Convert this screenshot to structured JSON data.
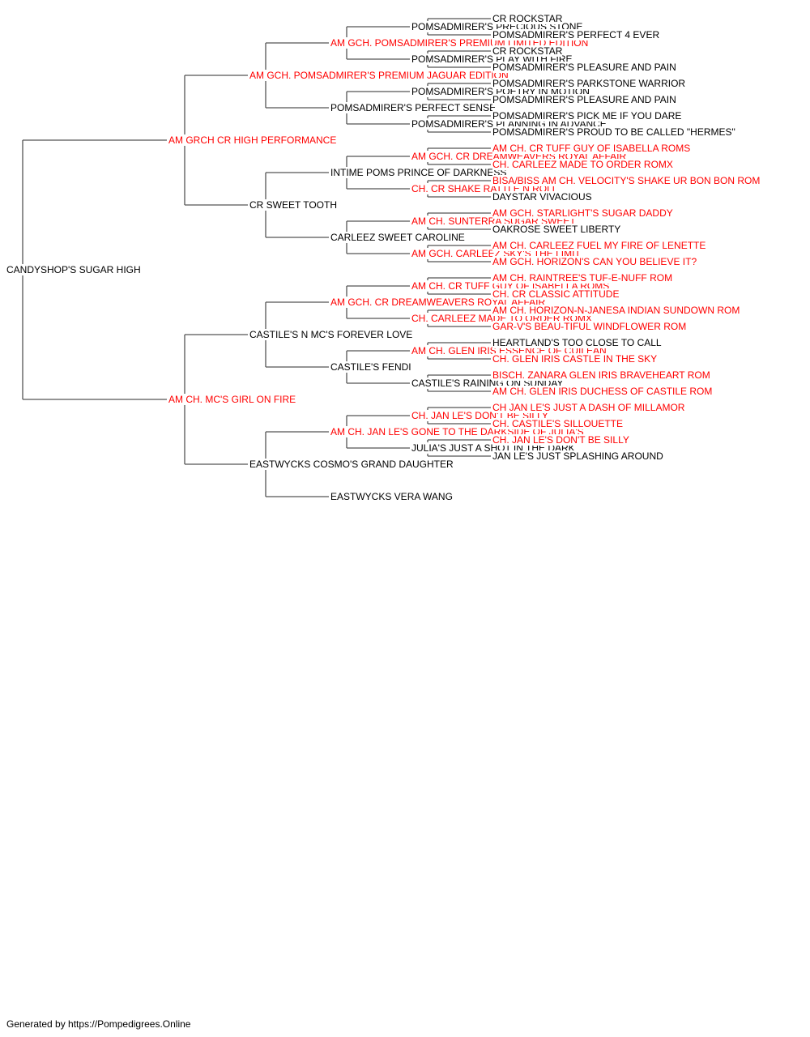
{
  "pedigree": {
    "name": "CANDYSHOP'S SUGAR HIGH",
    "titled": false,
    "sire": {
      "name": "AM GRCH CR HIGH PERFORMANCE",
      "titled": true,
      "sire": {
        "name": "AM GCH. POMSADMIRER'S PREMIUM JAGUAR EDITION",
        "titled": true,
        "sire": {
          "name": "AM GCH. POMSADMIRER'S PREMIUM LIMITED EDITION",
          "titled": true,
          "sire": {
            "name": "POMSADMIRER'S PRECIOUS STONE",
            "titled": false,
            "sire": {
              "name": "CR ROCKSTAR",
              "titled": false
            },
            "dam": {
              "name": "POMSADMIRER'S PERFECT 4 EVER",
              "titled": false
            }
          },
          "dam": {
            "name": "POMSADMIRER'S PLAY WITH FIRE",
            "titled": false,
            "sire": {
              "name": "CR ROCKSTAR",
              "titled": false
            },
            "dam": {
              "name": "POMSADMIRER'S PLEASURE AND PAIN",
              "titled": false
            }
          }
        },
        "dam": {
          "name": "POMSADMIRER'S PERFECT SENSE",
          "titled": false,
          "sire": {
            "name": "POMSADMIRER'S POETRY IN MOTION",
            "titled": false,
            "sire": {
              "name": "POMSADMIRER'S PARKSTONE WARRIOR",
              "titled": false
            },
            "dam": {
              "name": "POMSADMIRER'S PLEASURE AND PAIN",
              "titled": false
            }
          },
          "dam": {
            "name": "POMSADMIRER'S PLANNING IN ADVANCE",
            "titled": false,
            "sire": {
              "name": "POMSADMIRER'S PICK ME IF YOU DARE",
              "titled": false
            },
            "dam": {
              "name": "POMSADMIRER'S PROUD TO BE CALLED \"HERMES\"",
              "titled": false
            }
          }
        }
      },
      "dam": {
        "name": "CR SWEET TOOTH",
        "titled": false,
        "sire": {
          "name": "INTIME POMS PRINCE OF DARKNESS",
          "titled": false,
          "sire": {
            "name": "AM GCH. CR DREAMWEAVERS ROYAL AFFAIR",
            "titled": true,
            "sire": {
              "name": "AM CH. CR TUFF GUY OF ISABELLA ROMS",
              "titled": true
            },
            "dam": {
              "name": "CH. CARLEEZ MADE TO ORDER ROMX",
              "titled": true
            }
          },
          "dam": {
            "name": "CH. CR SHAKE RATTLE N ROLL",
            "titled": true,
            "sire": {
              "name": "BISA/BISS AM CH. VELOCITY'S SHAKE UR BON BON ROM",
              "titled": true
            },
            "dam": {
              "name": "DAYSTAR VIVACIOUS",
              "titled": false
            }
          }
        },
        "dam": {
          "name": "CARLEEZ SWEET CAROLINE",
          "titled": false,
          "sire": {
            "name": "AM CH. SUNTERRA SUGAR SWEET",
            "titled": true,
            "sire": {
              "name": "AM GCH. STARLIGHT'S SUGAR DADDY",
              "titled": true
            },
            "dam": {
              "name": "OAKROSE SWEET LIBERTY",
              "titled": false
            }
          },
          "dam": {
            "name": "AM GCH. CARLEEZ SKY'S THE LIMIT",
            "titled": true,
            "sire": {
              "name": "AM CH. CARLEEZ FUEL MY FIRE OF LENETTE",
              "titled": true
            },
            "dam": {
              "name": "AM GCH. HORIZON'S CAN YOU BELIEVE IT?",
              "titled": true
            }
          }
        }
      }
    },
    "dam": {
      "name": "AM CH. MC'S GIRL ON FIRE",
      "titled": true,
      "sire": {
        "name": "CASTILE'S N MC'S FOREVER LOVE",
        "titled": false,
        "sire": {
          "name": "AM GCH. CR DREAMWEAVERS ROYAL AFFAIR",
          "titled": true,
          "sire": {
            "name": "AM CH. CR TUFF GUY OF ISABELLA ROMS",
            "titled": true,
            "sire": {
              "name": "AM CH. RAINTREE'S TUF-E-NUFF ROM",
              "titled": true
            },
            "dam": {
              "name": "CH. CR CLASSIC ATTITUDE",
              "titled": true
            }
          },
          "dam": {
            "name": "CH. CARLEEZ MADE TO ORDER ROMX",
            "titled": true,
            "sire": {
              "name": "AM CH. HORIZON-N-JANESA INDIAN SUNDOWN ROM",
              "titled": true
            },
            "dam": {
              "name": "GAR-V'S BEAU-TIFUL WINDFLOWER ROM",
              "titled": true
            }
          }
        },
        "dam": {
          "name": "CASTILE'S FENDI",
          "titled": false,
          "sire": {
            "name": "AM CH. GLEN IRIS ESSENCE OF CUILEAN",
            "titled": true,
            "sire": {
              "name": "HEARTLAND'S TOO CLOSE TO CALL",
              "titled": false
            },
            "dam": {
              "name": "CH. GLEN IRIS CASTLE IN THE SKY",
              "titled": true
            }
          },
          "dam": {
            "name": "CASTILE'S RAINING ON SUNDAY",
            "titled": false,
            "sire": {
              "name": "BISCH. ZANARA GLEN IRIS BRAVEHEART ROM",
              "titled": true
            },
            "dam": {
              "name": "AM CH. GLEN IRIS DUCHESS OF CASTILE ROM",
              "titled": true
            }
          }
        }
      },
      "dam": {
        "name": "EASTWYCKS COSMO'S GRAND DAUGHTER",
        "titled": false,
        "sire": {
          "name": "AM CH. JAN LE'S GONE TO THE DARKSIDE OF JULIA'S",
          "titled": true,
          "sire": {
            "name": "CH. JAN LE'S DON'T BE SILLY",
            "titled": true,
            "sire": {
              "name": "CH JAN LE'S JUST A DASH OF MILLAMOR",
              "titled": true
            },
            "dam": {
              "name": "CH. CASTILE'S SILLOUETTE",
              "titled": true
            }
          },
          "dam": {
            "name": "JULIA'S JUST A SHOT IN THE DARK",
            "titled": false,
            "sire": {
              "name": "CH. JAN LE'S DON'T BE SILLY",
              "titled": true
            },
            "dam": {
              "name": "JAN LE'S JUST SPLASHING AROUND",
              "titled": false
            }
          }
        },
        "dam": {
          "name": "EASTWYCKS VERA WANG",
          "titled": false
        }
      }
    }
  },
  "colors": {
    "titled": "#ff0000",
    "untitled": "#000000",
    "lines": "#555555"
  },
  "footer": {
    "text": "Generated by https://Pompedigrees.Online"
  }
}
